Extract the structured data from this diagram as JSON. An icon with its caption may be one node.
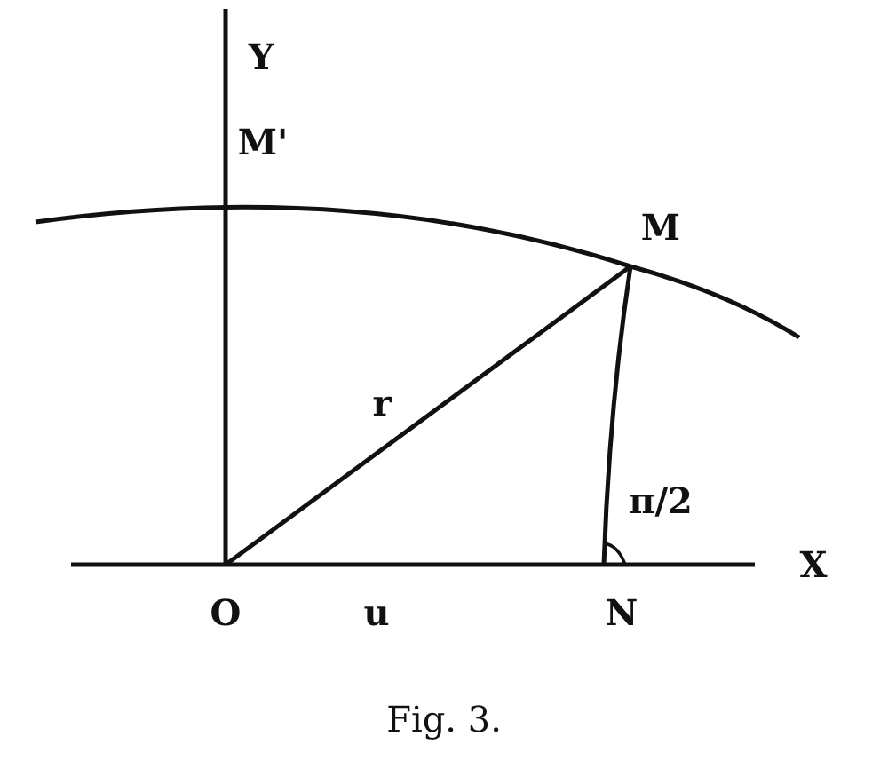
{
  "diagram": {
    "caption": "Fig. 3.",
    "labels": [
      "Y",
      "M'",
      "M",
      "r",
      "π/2",
      "X",
      "O",
      "u",
      "N"
    ]
  }
}
